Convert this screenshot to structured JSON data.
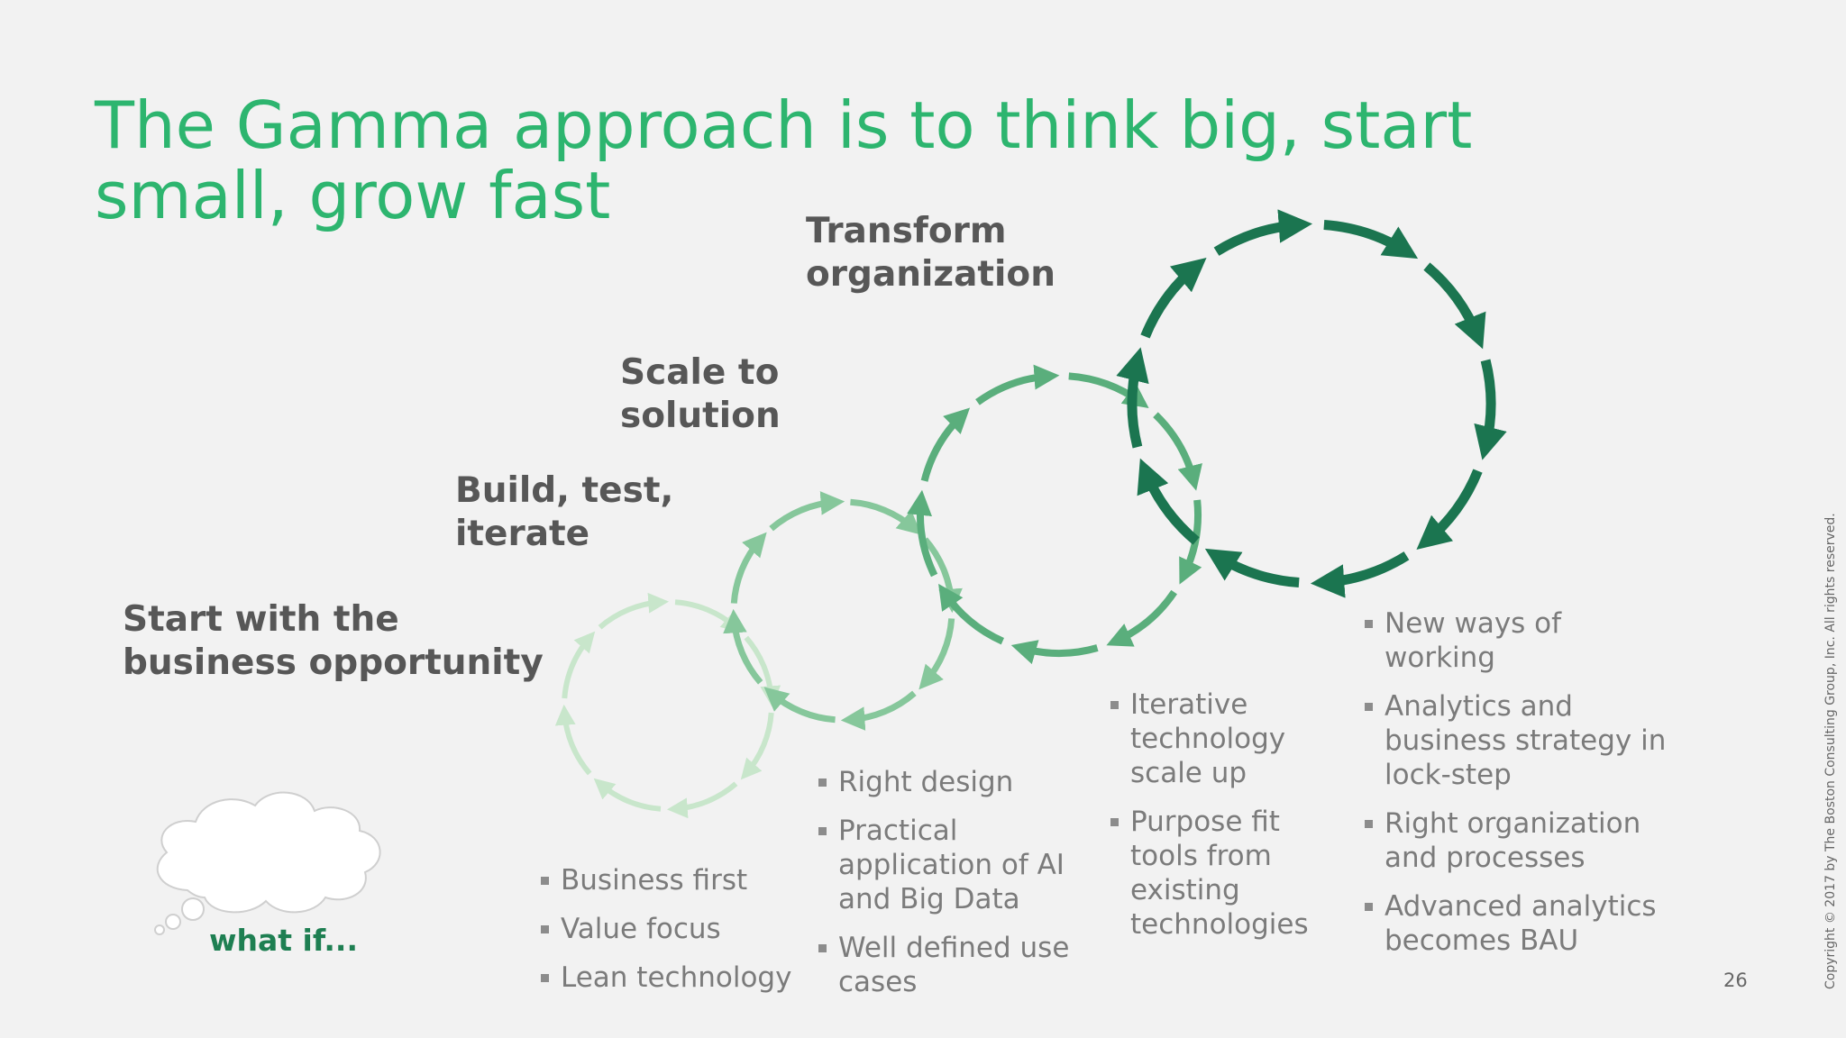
{
  "slide": {
    "title": "The Gamma approach is to think big, start small, grow fast",
    "page_number": "26",
    "copyright": "Copyright © 2017 by The Boston Consulting Group, Inc. All rights reserved."
  },
  "stages": [
    {
      "label": "Start with the business opportunity",
      "color": "#c8e6cb",
      "bullets": [
        "Business first",
        "Value focus",
        "Lean technology"
      ]
    },
    {
      "label": "Build, test, iterate",
      "color": "#86c79b",
      "bullets": [
        "Right design",
        "Practical application of AI and Big Data",
        "Well defined use cases"
      ]
    },
    {
      "label": "Scale to solution",
      "color": "#5aae7c",
      "bullets": [
        "Iterative technology scale up",
        "Purpose fit tools from existing technologies"
      ]
    },
    {
      "label": "Transform organization",
      "color": "#1b7550",
      "bullets": [
        "New ways of working",
        "Analytics and business strategy in lock-step",
        "Right organization and processes",
        "Advanced analytics becomes BAU"
      ]
    }
  ],
  "thought_bubble": {
    "text": "what if..."
  },
  "colors": {
    "title": "#2db56f",
    "label": "#575757",
    "bullet_text": "#7b7b7b",
    "background": "#f2f2f2"
  }
}
